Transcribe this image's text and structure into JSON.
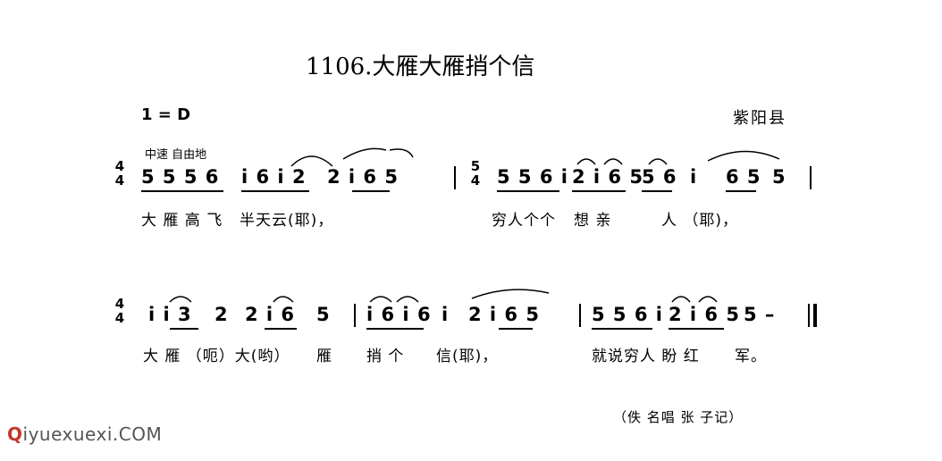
{
  "title": "1106.大雁大雁捎个信",
  "key": "1 = D",
  "region": "紫阳县",
  "tempo": "中速  自由地",
  "credit": "（佚  名唱     张  子记）",
  "watermark": {
    "q": "Q",
    "rest": "iyuexuexi.COM"
  },
  "line1": {
    "meter_a": {
      "top": "4",
      "bottom": "4"
    },
    "meter_b": {
      "top": "5",
      "bottom": "4"
    },
    "groups": [
      "5 5 5 6",
      "i 6 i 2",
      "2  i 6  5",
      "5 5 6 i",
      "2 i 6 5",
      "5 6",
      "i",
      "6 5",
      "5"
    ],
    "lyrics": [
      "大 雁 高 飞",
      "半天云(耶)，",
      "穷人个个",
      "想 亲",
      "人 （耶)，"
    ]
  },
  "line2": {
    "meter": {
      "top": "4",
      "bottom": "4"
    },
    "groups": [
      "i  i 3",
      "2",
      "2  i 6",
      "5",
      "i 6 i 6",
      "i",
      "2  i 6  5",
      "5 5 6 i",
      "2 i 6 5",
      "5  –"
    ],
    "lyrics": [
      "大 雁 （呃）大(哟）",
      "雁",
      "捎  个",
      "信(耶)，",
      "就说穷人 盼 红",
      "军。"
    ]
  }
}
